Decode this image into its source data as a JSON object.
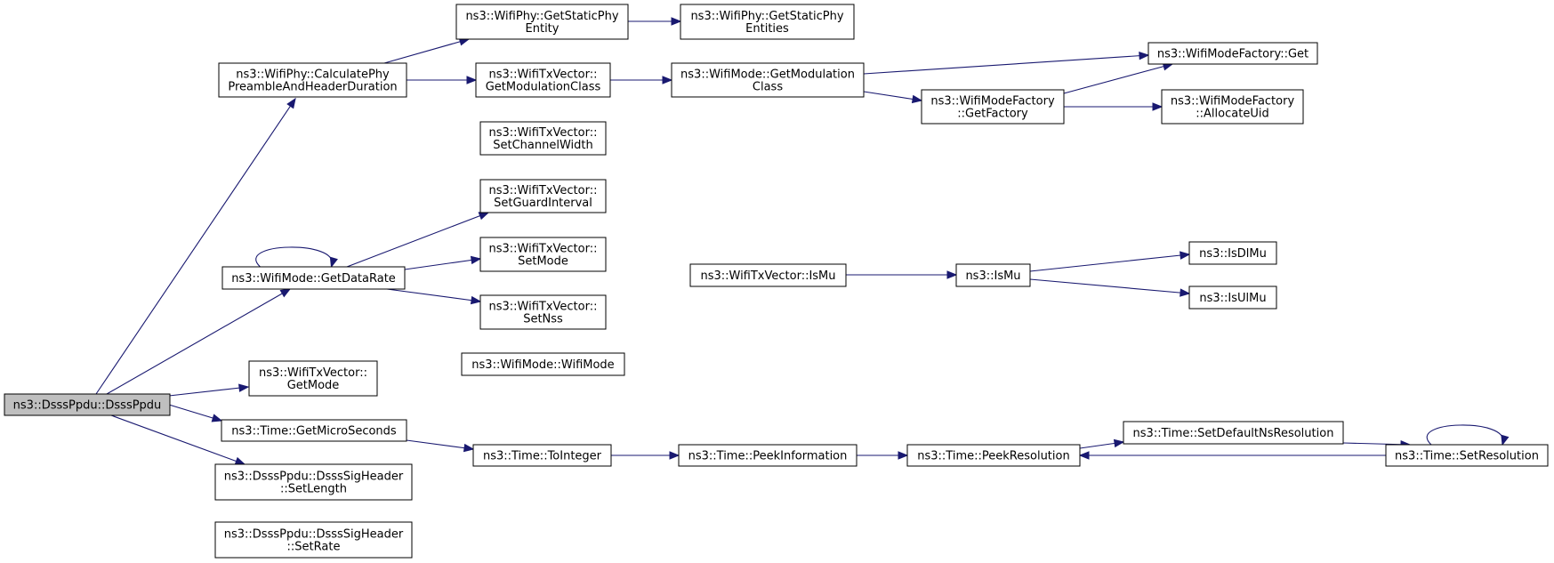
{
  "diagram": {
    "edge_color": "#191970",
    "root_fill": "#bfbfbf",
    "nodes": [
      {
        "id": "root",
        "lines": [
          "ns3::DsssPpdu::DsssPpdu"
        ]
      },
      {
        "id": "calcPhy",
        "lines": [
          "ns3::WifiPhy::CalculatePhy",
          "PreambleAndHeaderDuration"
        ]
      },
      {
        "id": "staticEntity",
        "lines": [
          "ns3::WifiPhy::GetStaticPhy",
          "Entity"
        ]
      },
      {
        "id": "staticEntities",
        "lines": [
          "ns3::WifiPhy::GetStaticPhy",
          "Entities"
        ]
      },
      {
        "id": "getModClass",
        "lines": [
          "ns3::WifiTxVector::",
          "GetModulationClass"
        ]
      },
      {
        "id": "modeGetModClass",
        "lines": [
          "ns3::WifiMode::GetModulation",
          "Class"
        ]
      },
      {
        "id": "factoryGet",
        "lines": [
          "ns3::WifiModeFactory::Get"
        ]
      },
      {
        "id": "getFactory",
        "lines": [
          "ns3::WifiModeFactory",
          "::GetFactory"
        ]
      },
      {
        "id": "allocUid",
        "lines": [
          "ns3::WifiModeFactory",
          "::AllocateUid"
        ]
      },
      {
        "id": "setChannelWidth",
        "lines": [
          "ns3::WifiTxVector::",
          "SetChannelWidth"
        ]
      },
      {
        "id": "setGuard",
        "lines": [
          "ns3::WifiTxVector::",
          "SetGuardInterval"
        ]
      },
      {
        "id": "setMode",
        "lines": [
          "ns3::WifiTxVector::",
          "SetMode"
        ]
      },
      {
        "id": "setNss",
        "lines": [
          "ns3::WifiTxVector::",
          "SetNss"
        ]
      },
      {
        "id": "wifiModeCtor",
        "lines": [
          "ns3::WifiMode::WifiMode"
        ]
      },
      {
        "id": "getDataRate",
        "lines": [
          "ns3::WifiMode::GetDataRate"
        ]
      },
      {
        "id": "isMuVec",
        "lines": [
          "ns3::WifiTxVector::IsMu"
        ]
      },
      {
        "id": "isMu",
        "lines": [
          "ns3::IsMu"
        ]
      },
      {
        "id": "isDlMu",
        "lines": [
          "ns3::IsDlMu"
        ]
      },
      {
        "id": "isUlMu",
        "lines": [
          "ns3::IsUlMu"
        ]
      },
      {
        "id": "getMode",
        "lines": [
          "ns3::WifiTxVector::",
          "GetMode"
        ]
      },
      {
        "id": "getMicro",
        "lines": [
          "ns3::Time::GetMicroSeconds"
        ]
      },
      {
        "id": "toInteger",
        "lines": [
          "ns3::Time::ToInteger"
        ]
      },
      {
        "id": "peekInfo",
        "lines": [
          "ns3::Time::PeekInformation"
        ]
      },
      {
        "id": "peekRes",
        "lines": [
          "ns3::Time::PeekResolution"
        ]
      },
      {
        "id": "setDefaultNs",
        "lines": [
          "ns3::Time::SetDefaultNsResolution"
        ]
      },
      {
        "id": "setRes",
        "lines": [
          "ns3::Time::SetResolution"
        ]
      },
      {
        "id": "setLength",
        "lines": [
          "ns3::DsssPpdu::DsssSigHeader",
          "::SetLength"
        ]
      },
      {
        "id": "setRate",
        "lines": [
          "ns3::DsssPpdu::DsssSigHeader",
          "::SetRate"
        ]
      }
    ],
    "edges": [
      {
        "from": "root",
        "to": "calcPhy"
      },
      {
        "from": "root",
        "to": "getDataRate"
      },
      {
        "from": "root",
        "to": "getMode"
      },
      {
        "from": "root",
        "to": "getMicro"
      },
      {
        "from": "root",
        "to": "setLength"
      },
      {
        "from": "root",
        "to": "setRate"
      },
      {
        "from": "calcPhy",
        "to": "staticEntity"
      },
      {
        "from": "calcPhy",
        "to": "getModClass"
      },
      {
        "from": "staticEntity",
        "to": "staticEntities"
      },
      {
        "from": "getModClass",
        "to": "modeGetModClass"
      },
      {
        "from": "getModClass",
        "to": "isMuVec"
      },
      {
        "from": "modeGetModClass",
        "to": "factoryGet"
      },
      {
        "from": "modeGetModClass",
        "to": "getFactory"
      },
      {
        "from": "getFactory",
        "to": "factoryGet"
      },
      {
        "from": "getFactory",
        "to": "allocUid"
      },
      {
        "from": "getDataRate",
        "to": "getDataRate"
      },
      {
        "from": "getDataRate",
        "to": "setChannelWidth"
      },
      {
        "from": "getDataRate",
        "to": "setGuard"
      },
      {
        "from": "getDataRate",
        "to": "setMode"
      },
      {
        "from": "getDataRate",
        "to": "setNss"
      },
      {
        "from": "getDataRate",
        "to": "wifiModeCtor"
      },
      {
        "from": "getMode",
        "to": "isMuVec"
      },
      {
        "from": "isMuVec",
        "to": "isMu"
      },
      {
        "from": "isMu",
        "to": "isDlMu"
      },
      {
        "from": "isMu",
        "to": "isUlMu"
      },
      {
        "from": "getMicro",
        "to": "toInteger"
      },
      {
        "from": "toInteger",
        "to": "peekInfo"
      },
      {
        "from": "peekInfo",
        "to": "peekRes"
      },
      {
        "from": "peekRes",
        "to": "setDefaultNs"
      },
      {
        "from": "setDefaultNs",
        "to": "setRes"
      },
      {
        "from": "setRes",
        "to": "peekRes"
      },
      {
        "from": "setRes",
        "to": "setRes"
      }
    ]
  }
}
